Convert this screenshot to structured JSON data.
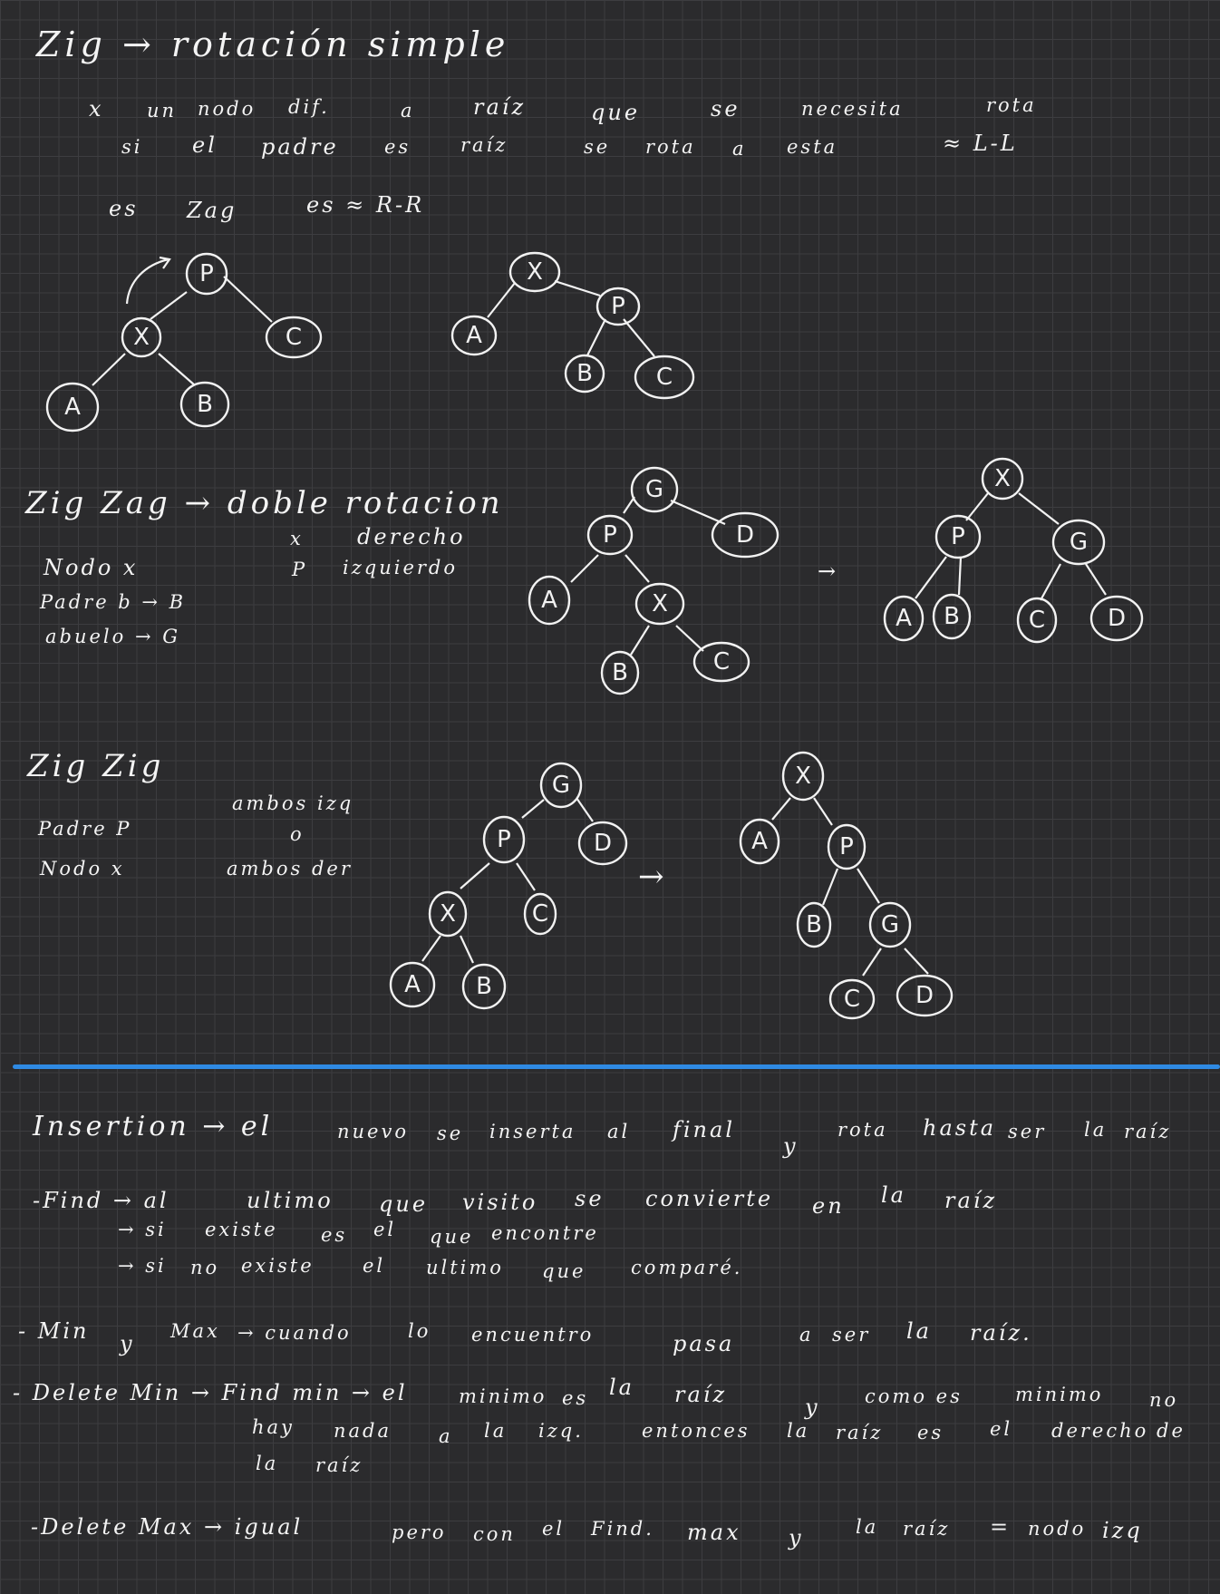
{
  "zig": {
    "title": "Zig → rotación simple",
    "line1": [
      "x",
      "un",
      "nodo",
      "dif.",
      "a",
      "raíz",
      "que",
      "se",
      "necesita",
      "rota"
    ],
    "line2": [
      "si",
      "el",
      "padre",
      "es",
      "raíz",
      "se",
      "rota",
      "a",
      "esta",
      "≈ L-L"
    ],
    "line3": [
      "es",
      "Zag",
      "es ≈ R-R"
    ],
    "tree_before": [
      "P",
      "X",
      "C",
      "A",
      "B"
    ],
    "tree_after": [
      "X",
      "A",
      "P",
      "B",
      "C"
    ]
  },
  "zigzag": {
    "title": "Zig Zag → doble rotacion",
    "x_label": "x",
    "x_dir": "derecho",
    "p_label": "P",
    "p_dir": "izquierdo",
    "nodo": "Nodo  x",
    "padre": "Padre  b → B",
    "abuelo": "abuelo  → G",
    "arrow": "→",
    "tree_before": [
      "G",
      "P",
      "D",
      "A",
      "X",
      "B",
      "C"
    ],
    "tree_after": [
      "X",
      "P",
      "G",
      "A",
      "B",
      "C",
      "D"
    ]
  },
  "zigzig": {
    "title": "Zig Zig",
    "padre": "Padre   P",
    "nodo": "Nodo   x",
    "ambos_izq": "ambos  izq",
    "o": "o",
    "ambos_der": "ambos  der",
    "arrow": "→",
    "tree_before": [
      "G",
      "P",
      "D",
      "X",
      "C",
      "A",
      "B"
    ],
    "tree_after": [
      "X",
      "A",
      "P",
      "B",
      "G",
      "C",
      "D"
    ]
  },
  "notes": {
    "insertion": [
      "Insertion → el",
      "nuevo",
      "se",
      "inserta",
      "al",
      "final",
      "y",
      "rota",
      "hasta",
      "ser",
      "la",
      "raíz"
    ],
    "find": [
      "-Find → al",
      "ultimo",
      "que",
      "visito",
      "se",
      "convierte",
      "en",
      "la",
      "raíz"
    ],
    "find_si": [
      "→ si",
      "existe",
      "es",
      "el",
      "que",
      "encontre"
    ],
    "find_no": [
      "→ si",
      "no",
      "existe",
      "el",
      "ultimo",
      "que",
      "comparé."
    ],
    "minmax": [
      "- Min",
      "y",
      "Max",
      "→ cuando",
      "lo",
      "encuentro",
      "pasa",
      "a",
      "ser",
      "la",
      "raíz."
    ],
    "deletemin": [
      "- Delete Min → Find min → el",
      "minimo",
      "es",
      "la",
      "raíz",
      "y",
      "como es",
      "minimo",
      "no"
    ],
    "deletemin2": [
      "hay",
      "nada",
      "a",
      "la",
      "izq.",
      "entonces",
      "la",
      "raíz",
      "es",
      "el",
      "derecho",
      "de"
    ],
    "deletemin3": [
      "la",
      "raíz"
    ],
    "deletemax": [
      "-Delete Max → igual",
      "pero",
      "con",
      "el",
      "Find.",
      "max",
      "y",
      "la",
      "raíz",
      "=",
      "nodo",
      "izq"
    ]
  }
}
